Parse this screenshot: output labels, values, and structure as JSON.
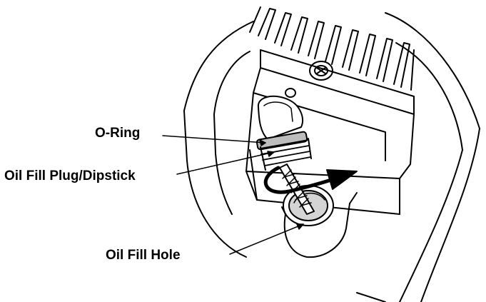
{
  "labels": {
    "o_ring": "O-Ring",
    "plug": "Oil Fill Plug/Dipstick",
    "hole": "Oil Fill Hole"
  },
  "colors": {
    "line": "#000000",
    "oring_fill": "#bdbdbd",
    "hole_fill": "#d4d4d4",
    "background": "#ffffff"
  }
}
